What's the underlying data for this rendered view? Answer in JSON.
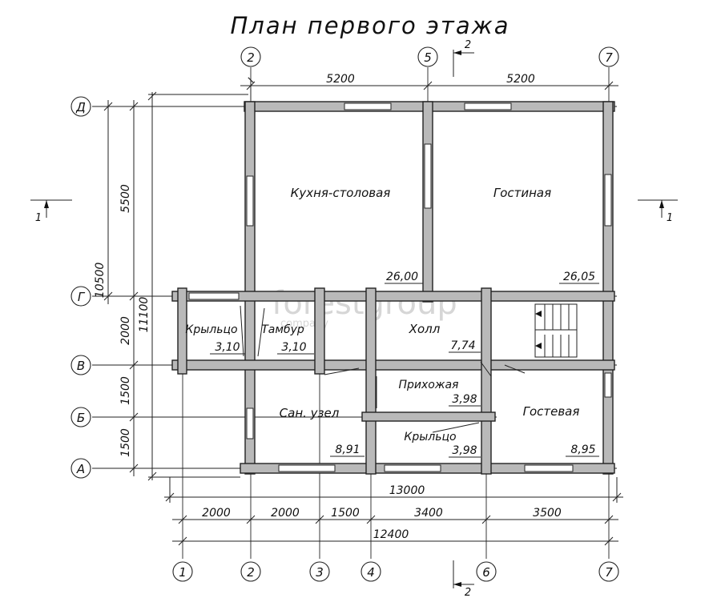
{
  "title": "План первого этажа",
  "watermark": {
    "main": "forestgroup",
    "sub": "company"
  },
  "grid": {
    "cols": [
      "1",
      "2",
      "3",
      "4",
      "5",
      "6",
      "7"
    ],
    "rows": [
      "Д",
      "Г",
      "В",
      "Б",
      "А"
    ]
  },
  "section_marks": {
    "s1": "1",
    "s2": "2"
  },
  "dims": {
    "top_left": "5200",
    "top_right": "5200",
    "left_d_g": "5500",
    "left_g_v": "2000",
    "left_v_b": "1500",
    "left_b_a": "1500",
    "left_total_inner": "10500",
    "left_total_outer": "11100",
    "bottom_13000": "13000",
    "b_1_2": "2000",
    "b_2_3": "2000",
    "b_3_4": "1500",
    "b_4_6": "3400",
    "b_6_7": "3500",
    "bottom_total": "12400"
  },
  "rooms": [
    {
      "name": "Кухня-столовая",
      "area": "26,00"
    },
    {
      "name": "Гостиная",
      "area": "26,05"
    },
    {
      "name": "Крыльцо",
      "area": "3,10"
    },
    {
      "name": "Тамбур",
      "area": "3,10"
    },
    {
      "name": "Холл",
      "area": "7,74"
    },
    {
      "name": "Прихожая",
      "area": "3,98"
    },
    {
      "name": "Сан. узел",
      "area": "8,91"
    },
    {
      "name": "Крыльцо",
      "area": "3,98"
    },
    {
      "name": "Гостевая",
      "area": "8,95"
    }
  ],
  "colors": {
    "line": "#222222",
    "wall_fill": "#b9b9b9",
    "watermark": "#d6d6d6"
  }
}
